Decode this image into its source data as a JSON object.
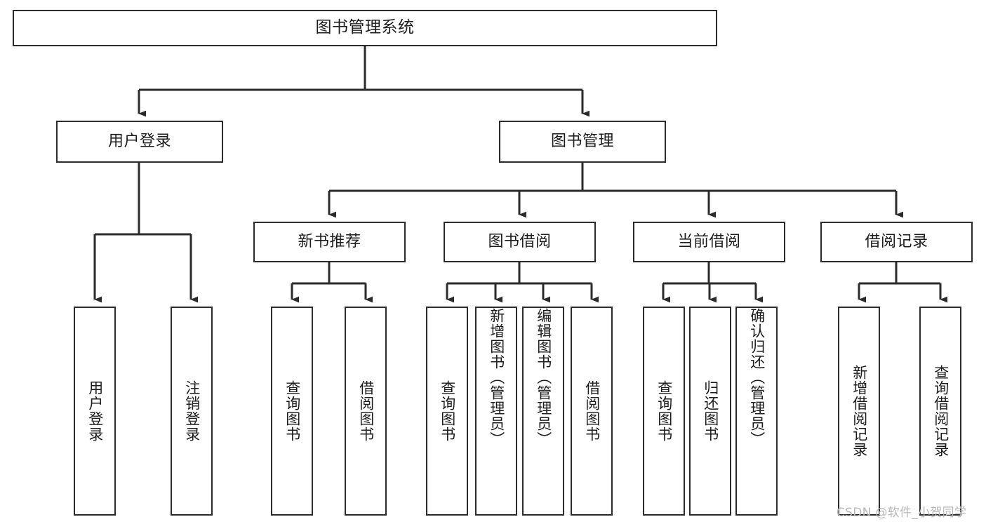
{
  "diagram": {
    "type": "tree-hierarchy-chart",
    "title_text": "图书管理系统",
    "colors": {
      "stroke": "#2b2b2b",
      "fill": "#ffffff",
      "text": "#1d1d1d",
      "watermark": "#b8b8b8"
    },
    "levels": {
      "root": {
        "label": "图书管理系统"
      },
      "level2": [
        {
          "label": "用户登录"
        },
        {
          "label": "图书管理"
        }
      ],
      "level3": [
        {
          "label": "新书推荐"
        },
        {
          "label": "图书借阅"
        },
        {
          "label": "当前借阅"
        },
        {
          "label": "借阅记录"
        }
      ],
      "leaves": {
        "user_login": [
          {
            "label": "用户登录"
          },
          {
            "label": "注销登录"
          }
        ],
        "new_book_recommend": [
          {
            "label": "查询图书"
          },
          {
            "label": "借阅图书"
          }
        ],
        "book_borrow": [
          {
            "label": "查询图书"
          },
          {
            "label": "新增图书（管理员）"
          },
          {
            "label": "编辑图书（管理员）"
          },
          {
            "label": "借阅图书"
          }
        ],
        "current_borrow": [
          {
            "label": "查询图书"
          },
          {
            "label": "归还图书"
          },
          {
            "label": "确认归还（管理员）"
          }
        ],
        "borrow_record": [
          {
            "label": "新增借阅记录"
          },
          {
            "label": "查询借阅记录"
          }
        ]
      }
    }
  },
  "watermark": {
    "text": "CSDN @软件_小贺同学"
  }
}
